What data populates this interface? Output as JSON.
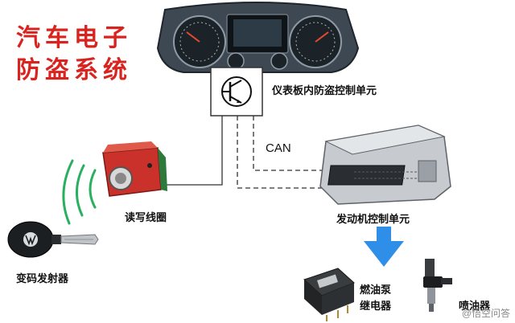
{
  "title": {
    "line1": "汽车电子",
    "line2": "防盗系统"
  },
  "labels": {
    "cluster_module": "仪表板内防盗控制单元",
    "can_bus": "CAN",
    "ecu": "发动机控制单元",
    "reader_coil": "读写线圈",
    "transponder_key": "变码发射器",
    "fuel_pump_relay_1": "燃油泵",
    "fuel_pump_relay_2": "继电器",
    "injector": "喷油器"
  },
  "watermark": "@悟空问答",
  "colors": {
    "title": "#d8231f",
    "arrow": "#2f8fe8",
    "line": "#333333"
  }
}
